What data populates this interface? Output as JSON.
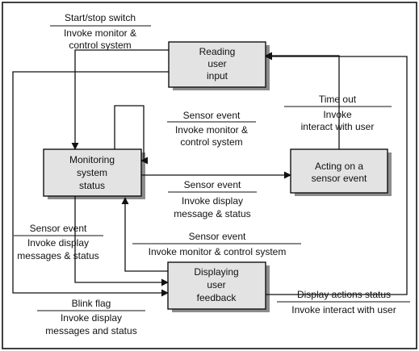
{
  "states": {
    "reading": {
      "line1": "Reading",
      "line2": "user",
      "line3": "input"
    },
    "monitoring": {
      "line1": "Monitoring",
      "line2": "system",
      "line3": "status"
    },
    "acting": {
      "line1": "Acting on a",
      "line2": "sensor event"
    },
    "displaying": {
      "line1": "Displaying",
      "line2": "user",
      "line3": "feedback"
    }
  },
  "transitions": {
    "start_stop": {
      "event": "Start/stop switch",
      "action_line1": "Invoke monitor &",
      "action_line2": "control system"
    },
    "sensor_self": {
      "event": "Sensor event",
      "action_line1": "Invoke monitor &",
      "action_line2": "control system"
    },
    "time_out": {
      "event": "Time out",
      "action_line1": "Invoke",
      "action_line2": "interact with user"
    },
    "sensor_to_acting": {
      "event": "Sensor event",
      "action_line1": "Invoke display",
      "action_line2": "message & status"
    },
    "sensor_to_display": {
      "event": "Sensor event",
      "action_line1": "Invoke display",
      "action_line2": "messages & status"
    },
    "sensor_display_to_monitor": {
      "event": "Sensor event",
      "action_line1": "Invoke monitor & control system"
    },
    "display_actions": {
      "event": "Display actions status",
      "action_line1": "Invoke interact with user"
    },
    "blink_flag": {
      "event": "Blink flag",
      "action_line1": "Invoke display",
      "action_line2": "messages and status"
    }
  }
}
